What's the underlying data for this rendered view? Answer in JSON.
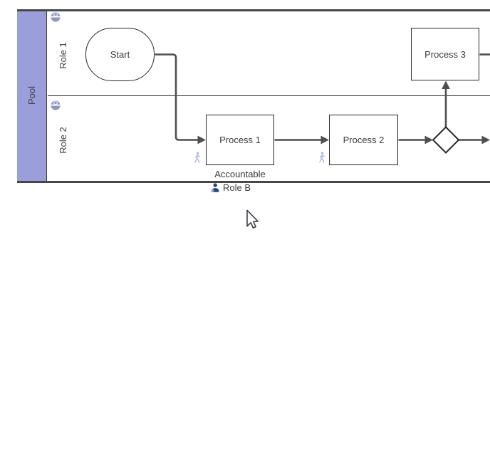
{
  "diagram": {
    "pool": {
      "label": "Pool",
      "lanes": [
        {
          "label": "Role 1",
          "icon": "user-circle-icon"
        },
        {
          "label": "Role 2",
          "icon": "user-circle-icon"
        }
      ]
    },
    "nodes": [
      {
        "id": "start",
        "type": "rounded-start",
        "label": "Start"
      },
      {
        "id": "process-1",
        "type": "task",
        "label": "Process 1"
      },
      {
        "id": "process-2",
        "type": "task",
        "label": "Process 2"
      },
      {
        "id": "process-3",
        "type": "task",
        "label": "Process 3"
      },
      {
        "id": "gateway",
        "type": "gateway",
        "label": ""
      }
    ],
    "edges": [
      {
        "from": "start",
        "to": "process-1"
      },
      {
        "from": "process-1",
        "to": "process-2"
      },
      {
        "from": "process-2",
        "to": "gateway"
      },
      {
        "from": "gateway",
        "to": "process-3"
      },
      {
        "from": "gateway",
        "to": "offscreen-right"
      },
      {
        "from": "process-3",
        "to": "offscreen-right"
      }
    ],
    "annotations": {
      "accountable_label": "Accountable",
      "role_badge": "Role B"
    }
  },
  "colors": {
    "pool_band": "#9a9eda",
    "pool_border": "#474747",
    "connector": "#4f4f4f",
    "node_border": "#262626",
    "text": "#3d3d3d",
    "lane_icon": "#8e97c3",
    "performer_icon": "#a6bce8",
    "role_icon": "#26437f"
  }
}
